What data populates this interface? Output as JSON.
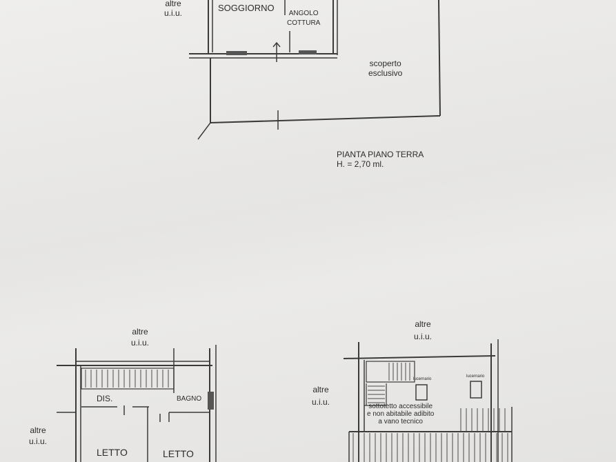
{
  "ground_floor": {
    "title": "PIANTA PIANO TERRA",
    "height": "H. = 2,70 ml.",
    "rooms": {
      "living": "SOGGIORNO",
      "kitchen_line1": "ANGOLO",
      "kitchen_line2": "COTTURA",
      "outdoor_line1": "scoperto",
      "outdoor_line2": "esclusivo"
    },
    "neighbor_line1": "altre",
    "neighbor_line2": "u.i.u."
  },
  "first_floor": {
    "neighbor_top_line1": "altre",
    "neighbor_top_line2": "u.i.u.",
    "neighbor_left_line1": "altre",
    "neighbor_left_line2": "u.i.u.",
    "rooms": {
      "hall": "DIS.",
      "bath": "BAGNO",
      "bedroom_left": "LETTO",
      "bedroom_right": "LETTO"
    }
  },
  "attic": {
    "neighbor_top_line1": "altre",
    "neighbor_top_line2": "u.i.u.",
    "neighbor_left_line1": "altre",
    "neighbor_left_line2": "u.i.u.",
    "skylight_1": "lucernario",
    "skylight_2": "lucernario",
    "note_line1": "sottotetto accessibile",
    "note_line2": "e non abitabile adibito",
    "note_line3": "a vano tecnico"
  }
}
